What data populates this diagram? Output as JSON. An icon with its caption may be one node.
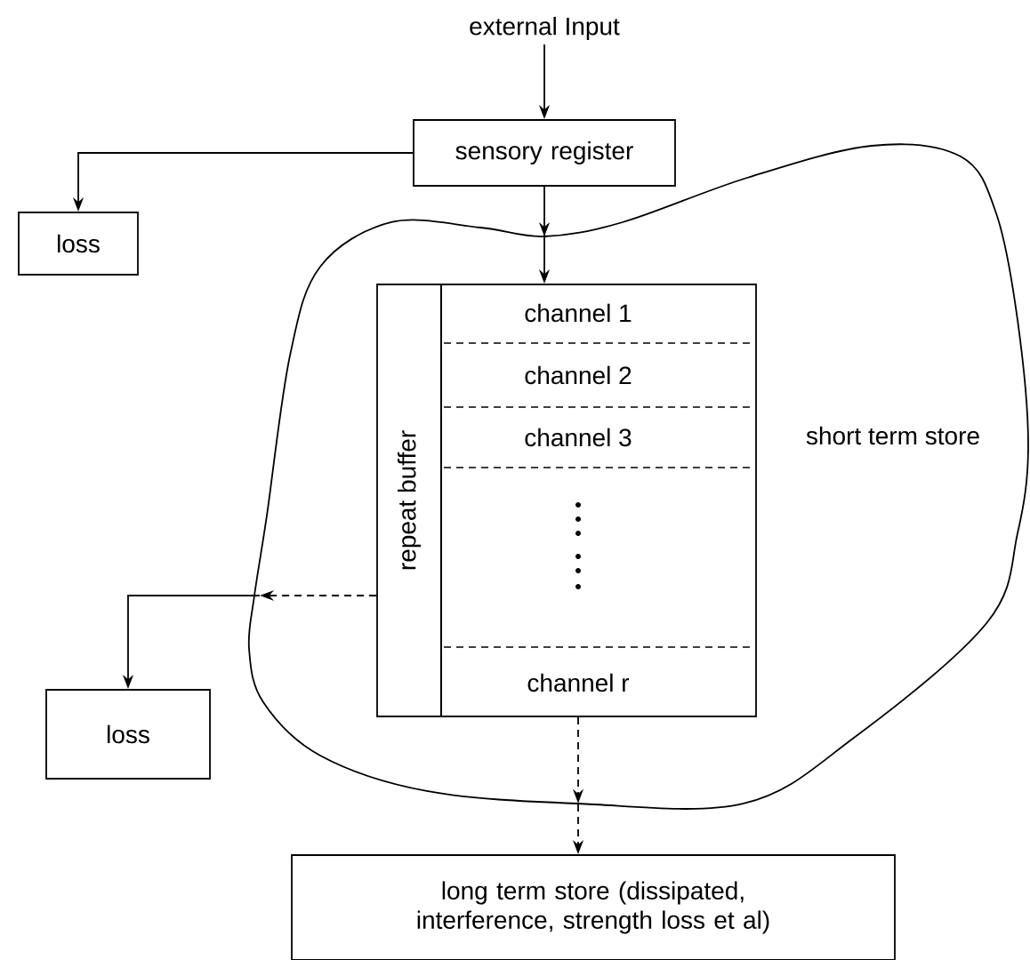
{
  "diagram": {
    "nodes": [
      {
        "text": [
          "external Input"
        ]
      },
      {
        "text": [
          "sensory register"
        ]
      },
      {
        "text": [
          "loss"
        ]
      },
      {
        "text": [
          "short term store"
        ]
      },
      {
        "text": [
          "repeat buffer"
        ],
        "in": 3
      },
      {
        "text": [],
        "shape": "box",
        "in": 3
      },
      {
        "text": [
          "channel 1"
        ],
        "in": 5
      },
      {
        "text": [
          "channel 2"
        ],
        "in": 5
      },
      {
        "text": [
          "channel 3"
        ],
        "in": 5
      },
      {
        "text": [
          "channel r"
        ],
        "in": 5
      },
      {
        "text": [
          "loss"
        ]
      },
      {
        "text": [
          "long term store (dissipated, interference, strength loss et al)"
        ]
      }
    ],
    "edges": [
      {
        "from": 0,
        "to": 1,
        "arrow": "to"
      },
      {
        "from": 1,
        "to": 2,
        "arrow": "to"
      },
      {
        "from": 1,
        "to": 5,
        "arrow": "to"
      },
      {
        "from": 4,
        "to": 3,
        "arrow": "to",
        "style": "dashed"
      },
      {
        "from": 3,
        "to": 10,
        "arrow": "to"
      },
      {
        "from": 5,
        "to": 11,
        "arrow": "to",
        "style": "dashed"
      }
    ]
  }
}
